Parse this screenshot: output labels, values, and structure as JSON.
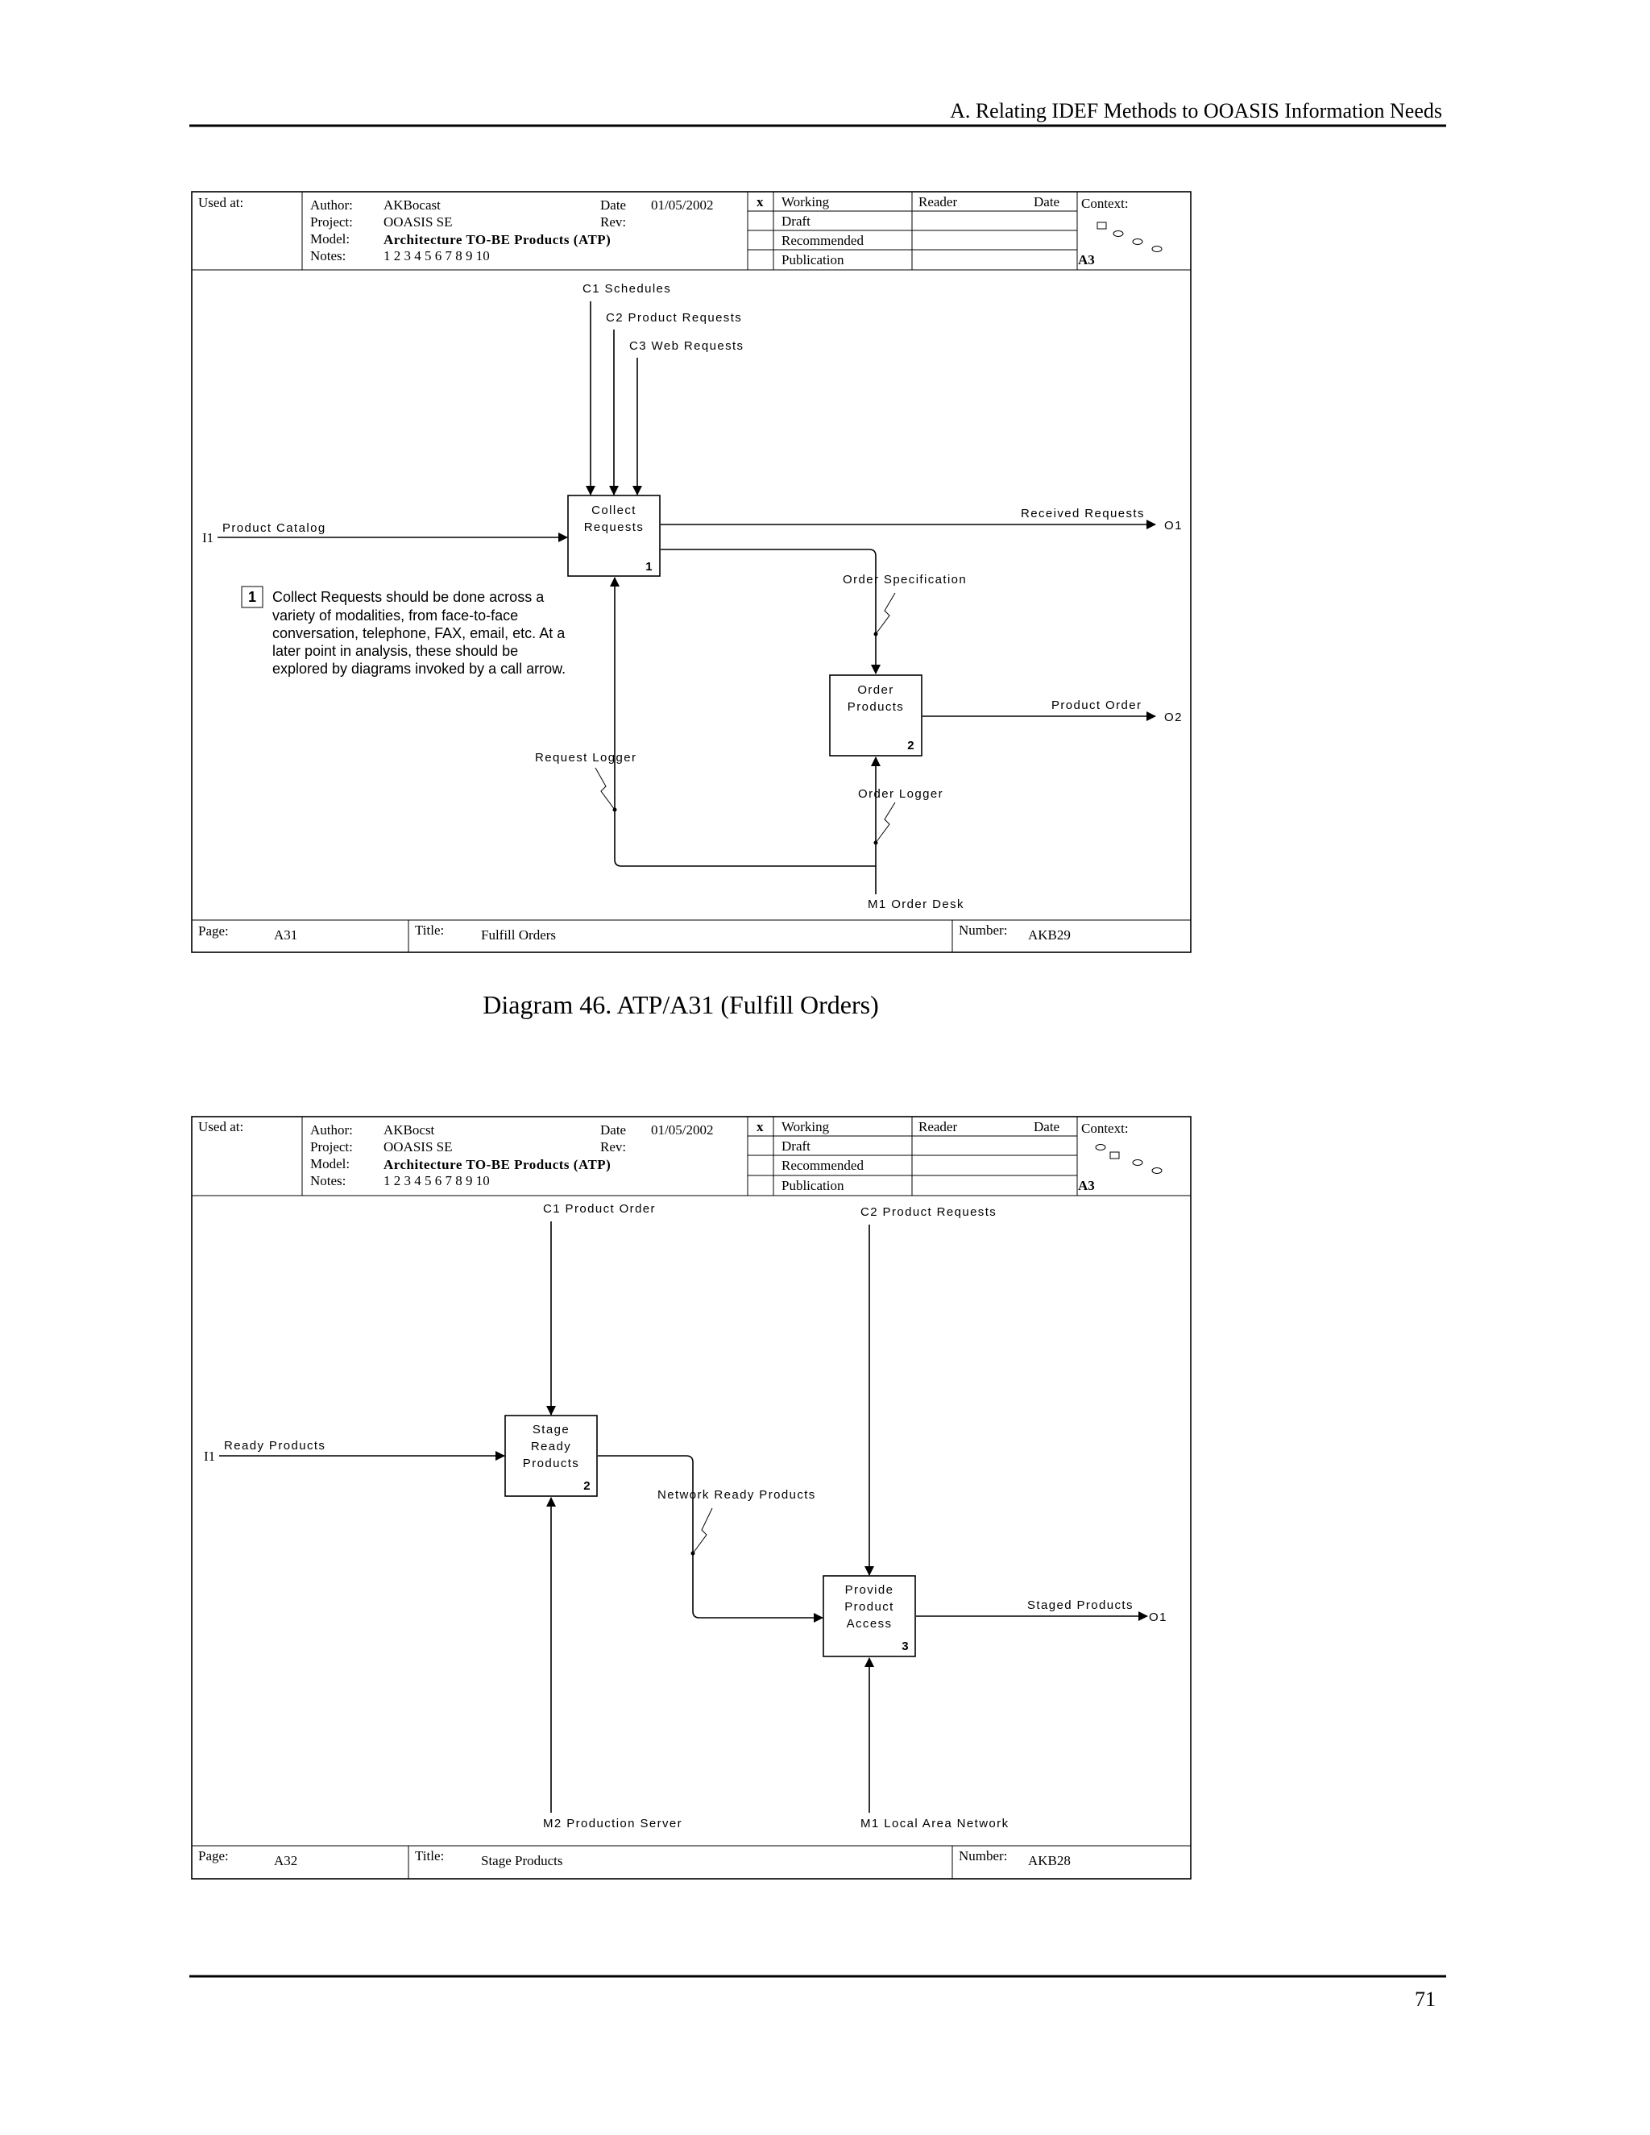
{
  "page": {
    "running_header": "A. Relating IDEF Methods to OOASIS Information Needs",
    "page_number": "71"
  },
  "diagram1": {
    "header": {
      "used_at": "Used at:",
      "author_label": "Author:",
      "author": "AKBocast",
      "project_label": "Project:",
      "project": "OOASIS SE",
      "model_label": "Model:",
      "model": "Architecture TO-BE Products (ATP)",
      "notes_label": "Notes:",
      "notes": "1  2  3  4  5  6  7  8  9  10",
      "date_label": "Date",
      "date": "01/05/2002",
      "rev_label": "Rev:",
      "x_mark": "x",
      "status": [
        "Working",
        "Draft",
        "Recommended",
        "Publication"
      ],
      "reader_label": "Reader",
      "reader_date_label": "Date",
      "context_label": "Context:",
      "context_node": "A3"
    },
    "footer": {
      "page_label": "Page:",
      "page": "A31",
      "title_label": "Title:",
      "title": "Fulfill Orders",
      "number_label": "Number:",
      "number": "AKB29"
    },
    "boxes": [
      {
        "name": "Collect\nRequests",
        "line1": "Collect",
        "line2": "Requests",
        "num": "1"
      },
      {
        "name": "Order Products",
        "line1": "Order",
        "line2": "Products",
        "num": "2"
      }
    ],
    "arrows": {
      "c1": "C1  Schedules",
      "c2": "C2  Product Requests",
      "c3": "C3  Web Requests",
      "i1_code": "I1",
      "i1": "Product Catalog",
      "received": "Received Requests",
      "o1": "O1",
      "order_spec": "Order Specification",
      "product_order": "Product Order",
      "o2": "O2",
      "request_logger": "Request Logger",
      "order_logger": "Order Logger",
      "m1": "M1  Order Desk"
    },
    "note": {
      "num": "1",
      "lines": [
        "Collect Requests should be done across a",
        "variety of modalities, from face-to-face",
        "conversation, telephone, FAX, email, etc. At a",
        "later point in analysis, these should be",
        "explored by diagrams invoked by a call arrow."
      ]
    },
    "caption": "Diagram 46. ATP/A31 (Fulfill Orders)"
  },
  "diagram2": {
    "header": {
      "used_at": "Used at:",
      "author_label": "Author:",
      "author": "AKBocst",
      "project_label": "Project:",
      "project": "OOASIS SE",
      "model_label": "Model:",
      "model": "Architecture TO-BE Products (ATP)",
      "notes_label": "Notes:",
      "notes": "1  2  3  4  5  6  7  8  9  10",
      "date_label": "Date",
      "date": "01/05/2002",
      "rev_label": "Rev:",
      "x_mark": "x",
      "status": [
        "Working",
        "Draft",
        "Recommended",
        "Publication"
      ],
      "reader_label": "Reader",
      "reader_date_label": "Date",
      "context_label": "Context:",
      "context_node": "A3"
    },
    "footer": {
      "page_label": "Page:",
      "page": "A32",
      "title_label": "Title:",
      "title": "Stage Products",
      "number_label": "Number:",
      "number": "AKB28"
    },
    "boxes": [
      {
        "line1": "Stage",
        "line2": "Ready",
        "line3": "Products",
        "num": "2"
      },
      {
        "line1": "Provide",
        "line2": "Product",
        "line3": "Access",
        "num": "3"
      }
    ],
    "arrows": {
      "c1": "C1  Product Order",
      "c2": "C2  Product Requests",
      "i1_code": "I1",
      "i1": "Ready Products",
      "network": "Network Ready Products",
      "staged": "Staged Products",
      "o1": "O1",
      "m2": "M2  Production Server",
      "m1": "M1  Local Area Network"
    }
  }
}
